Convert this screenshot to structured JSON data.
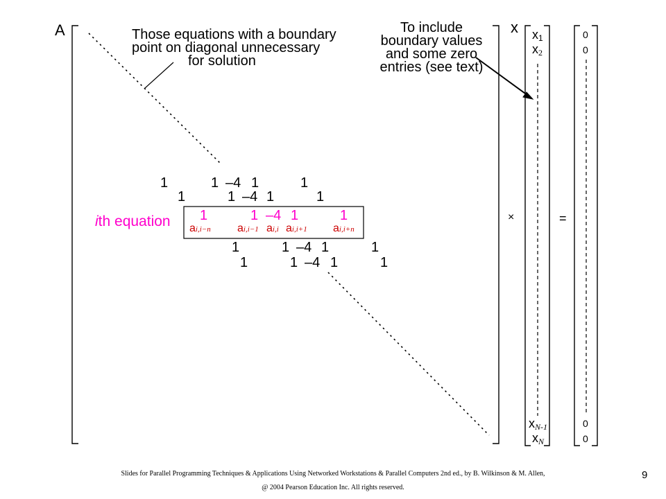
{
  "matrix_label": "A",
  "vector_x_label": "x",
  "callout_left": [
    "Those equations with a boundary",
    "point on diagonal unnecessary",
    "for solution"
  ],
  "callout_right": [
    "To include",
    "boundary values",
    "and some zero",
    "entries (see text)"
  ],
  "rows": {
    "r1": [
      "1",
      "1",
      "–4",
      "1",
      "1"
    ],
    "r2": [
      "1",
      "1",
      "–4",
      "1",
      "1"
    ],
    "r4": [
      "1",
      "1",
      "–4",
      "1",
      "1"
    ],
    "r5": [
      "1",
      "1",
      "–4",
      "1",
      "1"
    ]
  },
  "ith": {
    "label_i": "i",
    "label_rest": "th equation",
    "coefs": [
      "1",
      "1",
      "–4",
      "1",
      "1"
    ],
    "a": "a",
    "subs": [
      "i,i−n",
      "i,i−1",
      "i,i",
      "i,i+1",
      "i,i+n"
    ]
  },
  "x_vector": {
    "x": "x",
    "subs": [
      "1",
      "2",
      "N-1",
      "N"
    ]
  },
  "zero_vector": [
    "0",
    "0",
    "0",
    "0"
  ],
  "times_symbol": "×",
  "equals_symbol": "=",
  "footer": {
    "line1": "Slides for Parallel Programming Techniques & Applications Using Networked Workstations & Parallel Computers 2nd ed., by B. Wilkinson & M. Allen,",
    "line2": "@ 2004 Pearson Education Inc. All rights reserved.",
    "page": "9"
  }
}
